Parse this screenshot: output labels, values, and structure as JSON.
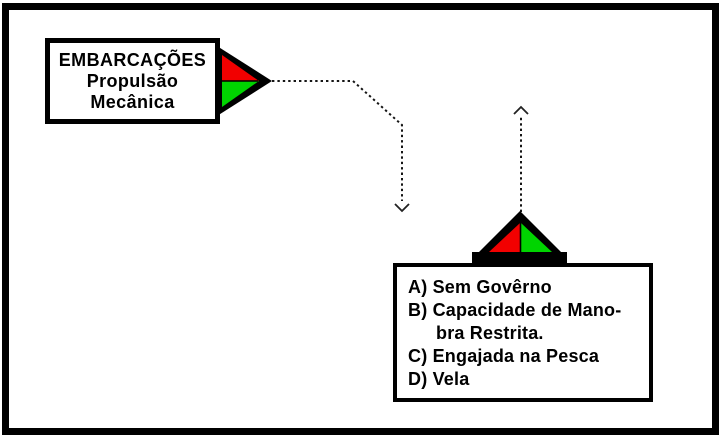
{
  "node": {
    "lines": [
      "EMBARCAÇÕES",
      "Propulsão",
      "Mecânica"
    ]
  },
  "list": {
    "lines": [
      {
        "text": "A) Sem Govêrno"
      },
      {
        "text": "B) Capacidade de Mano-"
      },
      {
        "text": "bra Restrita."
      },
      {
        "text": "C) Engajada na Pesca"
      },
      {
        "text": "D) Vela"
      }
    ]
  },
  "colors": {
    "port_red": "#f20000",
    "starboard_green": "#00d400",
    "outline_black": "#000000"
  }
}
